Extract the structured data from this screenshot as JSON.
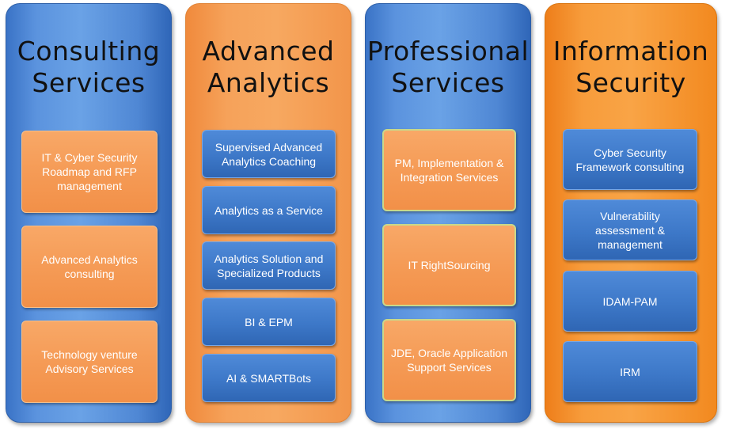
{
  "colors": {
    "blue_column": "#4f87d4",
    "orange_column": "#f7a860",
    "deep_orange_column": "#f79c3b",
    "orange_card": "#f59b56",
    "blue_card": "#3d78c8"
  },
  "columns": [
    {
      "title_line1": "Consulting",
      "title_line2": "Services",
      "items": [
        "IT & Cyber Security Roadmap and RFP management",
        "Advanced Analytics consulting",
        "Technology venture Advisory Services"
      ]
    },
    {
      "title_line1": "Advanced",
      "title_line2": "Analytics",
      "items": [
        "Supervised Advanced Analytics Coaching",
        "Analytics as a Service",
        "Analytics Solution and Specialized Products",
        "BI & EPM",
        "AI & SMARTBots"
      ]
    },
    {
      "title_line1": "Professional",
      "title_line2": "Services",
      "items": [
        "PM, Implementation & Integration Services",
        "IT RightSourcing",
        "JDE, Oracle Application Support Services"
      ]
    },
    {
      "title_line1": "Information",
      "title_line2": "Security",
      "items": [
        "Cyber Security Framework consulting",
        "Vulnerability assessment & management",
        "IDAM-PAM",
        "IRM"
      ]
    }
  ]
}
